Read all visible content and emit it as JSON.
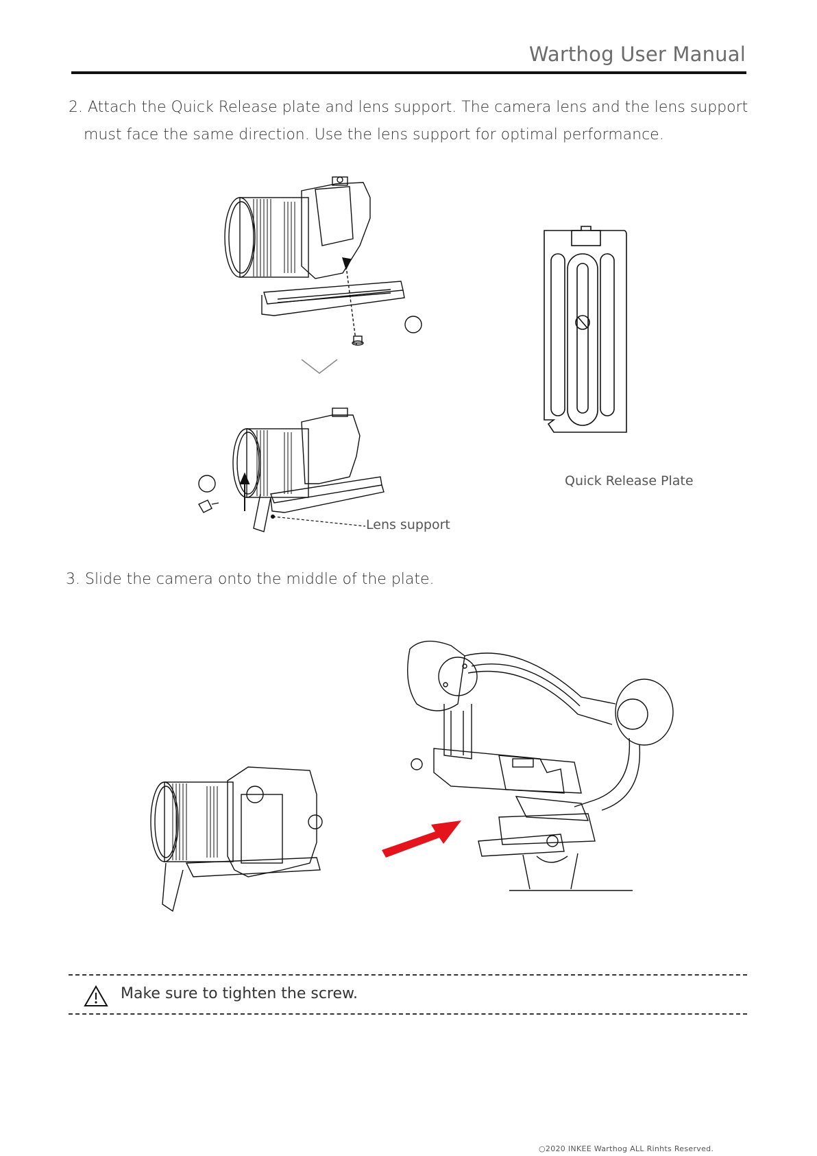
{
  "header": {
    "title": "Warthog User Manual"
  },
  "step2": {
    "line1": "2. Attach the Quick Release plate and lens support. The camera lens and the lens support",
    "line2": "must face the same direction. Use the lens support for optimal performance.",
    "lens_support_label": "Lens support",
    "qr_plate_label": "Quick Release Plate"
  },
  "step3": {
    "text": "3. Slide the camera onto the middle of the plate."
  },
  "note": {
    "text": "Make sure to tighten the screw."
  },
  "footer": {
    "copyright": "○2020 INKEE Warthog   ALL Rinhts Reserved."
  },
  "colors": {
    "arrow": "#e3141b",
    "rule": "#111111",
    "text": "#333333"
  }
}
